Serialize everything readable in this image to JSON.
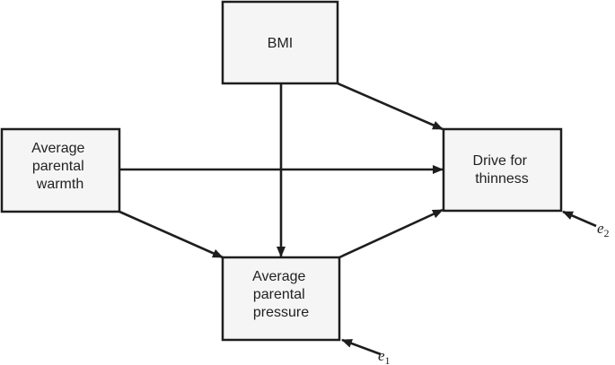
{
  "nodes": {
    "bmi": {
      "lines": [
        "BMI"
      ]
    },
    "warmth": {
      "lines": [
        "Average",
        "parental",
        "warmth"
      ]
    },
    "pressure": {
      "lines": [
        "Average",
        "parental",
        "pressure"
      ]
    },
    "thinness": {
      "lines": [
        "Drive for",
        "thinness"
      ]
    }
  },
  "edges": [
    {
      "from": "bmi",
      "to": "thinness"
    },
    {
      "from": "bmi",
      "to": "pressure"
    },
    {
      "from": "warmth",
      "to": "thinness"
    },
    {
      "from": "warmth",
      "to": "pressure"
    },
    {
      "from": "pressure",
      "to": "thinness"
    }
  ],
  "errors": {
    "e1": {
      "symbol": "e",
      "sub": "1",
      "target": "pressure"
    },
    "e2": {
      "symbol": "e",
      "sub": "2",
      "target": "thinness"
    }
  },
  "colors": {
    "box_fill": "#f5f5f5",
    "stroke": "#1e1e1e",
    "text": "#222222"
  }
}
